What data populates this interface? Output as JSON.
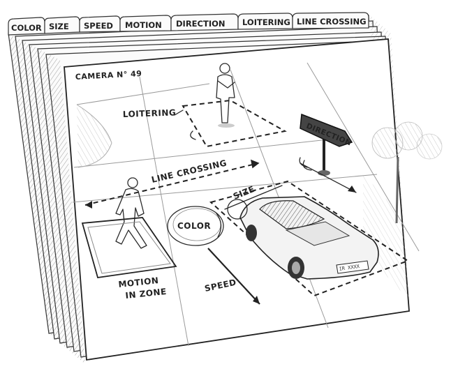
{
  "tabs": [
    {
      "label": "COLOR"
    },
    {
      "label": "SIZE"
    },
    {
      "label": "SPEED"
    },
    {
      "label": "MOTION"
    },
    {
      "label": "DIRECTION"
    },
    {
      "label": "LOITERING"
    },
    {
      "label": "LINE CROSSING"
    }
  ],
  "camera_label": "CAMERA N° 49",
  "zones": {
    "loitering": "LOITERING",
    "line_crossing": "LINE CROSSING",
    "size": "SIZE",
    "color": "COLOR",
    "motion_line1": "MOTION",
    "motion_line2": "IN ZONE",
    "speed": "SPEED",
    "direction": "DIRECTION"
  },
  "plate_text": "IR XXXX"
}
